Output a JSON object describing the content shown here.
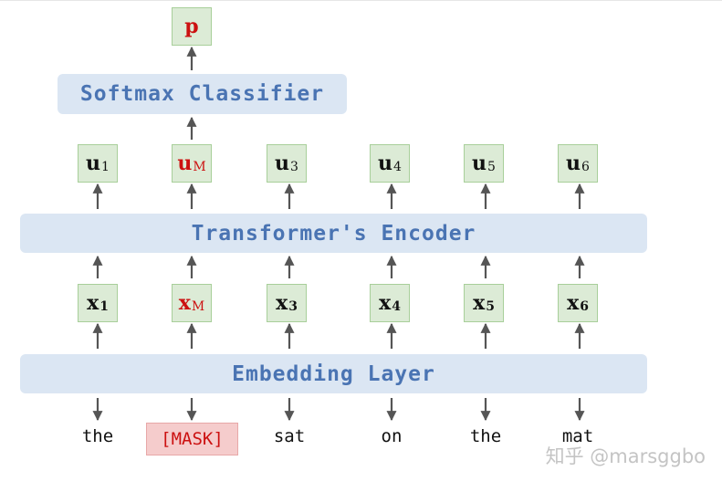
{
  "output": {
    "label": "p",
    "color": "#cc1111"
  },
  "classifier": {
    "label": "Softmax Classifier"
  },
  "encoder": {
    "label": "Transformer's Encoder"
  },
  "embedding": {
    "label": "Embedding Layer"
  },
  "hidden_outputs": [
    {
      "base": "u",
      "sub": "1"
    },
    {
      "base": "u",
      "sub": "M"
    },
    {
      "base": "u",
      "sub": "3"
    },
    {
      "base": "u",
      "sub": "4"
    },
    {
      "base": "u",
      "sub": "5"
    },
    {
      "base": "u",
      "sub": "6"
    }
  ],
  "embeddings": [
    {
      "base": "x",
      "sub": "1"
    },
    {
      "base": "x",
      "sub": "M"
    },
    {
      "base": "x",
      "sub": "3"
    },
    {
      "base": "x",
      "sub": "4"
    },
    {
      "base": "x",
      "sub": "5"
    },
    {
      "base": "x",
      "sub": "6"
    }
  ],
  "tokens": [
    "the",
    "[MASK]",
    "sat",
    "on",
    "the",
    "mat"
  ],
  "watermark": "知乎 @marsggbo",
  "colors": {
    "bar_fill": "#dbe6f3",
    "bar_text": "#4a74b3",
    "box_fill": "#dcebd6",
    "box_border": "#a8cf9a",
    "mask_fill": "#f5cccc",
    "highlight": "#cc1111",
    "arrow": "#555555"
  }
}
